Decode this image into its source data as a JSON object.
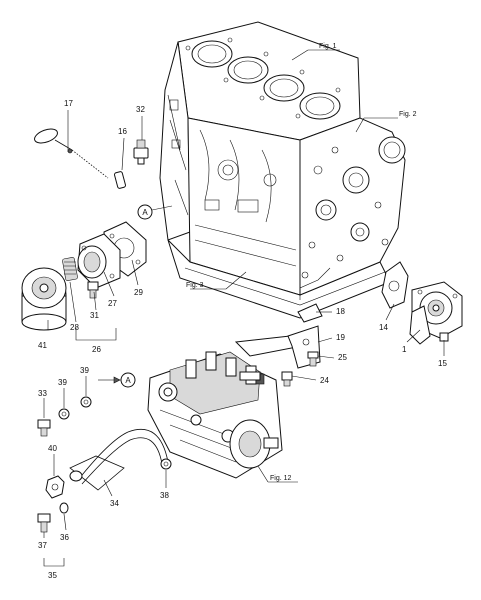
{
  "figure_refs": {
    "fig1": "Fig. 1",
    "fig2": "Fig. 2",
    "fig3": "Fig. 3",
    "fig12": "Fig. 12"
  },
  "circle_marker": "A",
  "part_numbers": {
    "p1": "1",
    "p14": "14",
    "p15": "15",
    "p16": "16",
    "p17": "17",
    "p18": "18",
    "p19": "19",
    "p24": "24",
    "p25": "25",
    "p26": "26",
    "p27": "27",
    "p28": "28",
    "p29": "29",
    "p31": "31",
    "p32": "32",
    "p33": "33",
    "p34": "34",
    "p35": "35",
    "p36": "36",
    "p37": "37",
    "p38": "38",
    "p39a": "39",
    "p39b": "39",
    "p40": "40",
    "p41": "41"
  }
}
